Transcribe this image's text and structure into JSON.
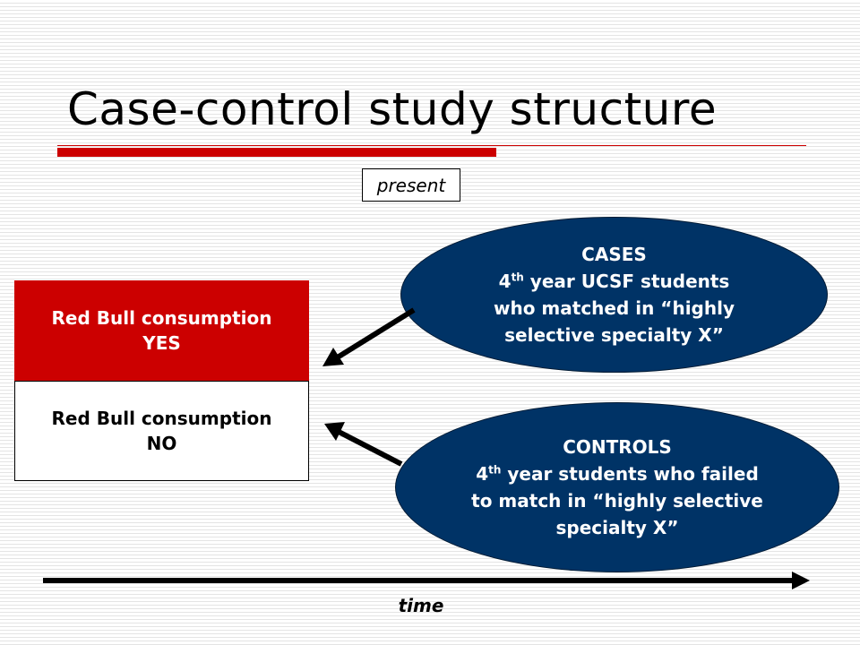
{
  "slide": {
    "title": "Case-control study structure",
    "present_label": "present",
    "time_label": "time",
    "exposure_yes": {
      "line1": "Red Bull consumption",
      "line2": "YES"
    },
    "exposure_no": {
      "line1": "Red Bull consumption",
      "line2": "NO"
    },
    "cases": {
      "heading": "CASES",
      "line1_num": "4",
      "line1_sup": "th",
      "line1_rest": " year UCSF students",
      "line2": "who matched in “highly",
      "line3": "selective specialty X”"
    },
    "controls": {
      "heading": "CONTROLS",
      "line1_num": "4",
      "line1_sup": "th",
      "line1_rest": " year students who failed",
      "line2": "to match in “highly selective",
      "line3": "specialty X”"
    }
  },
  "colors": {
    "accent_red": "#cc0000",
    "oval_navy": "#003366",
    "background_stripe": "#e4e4e4"
  }
}
